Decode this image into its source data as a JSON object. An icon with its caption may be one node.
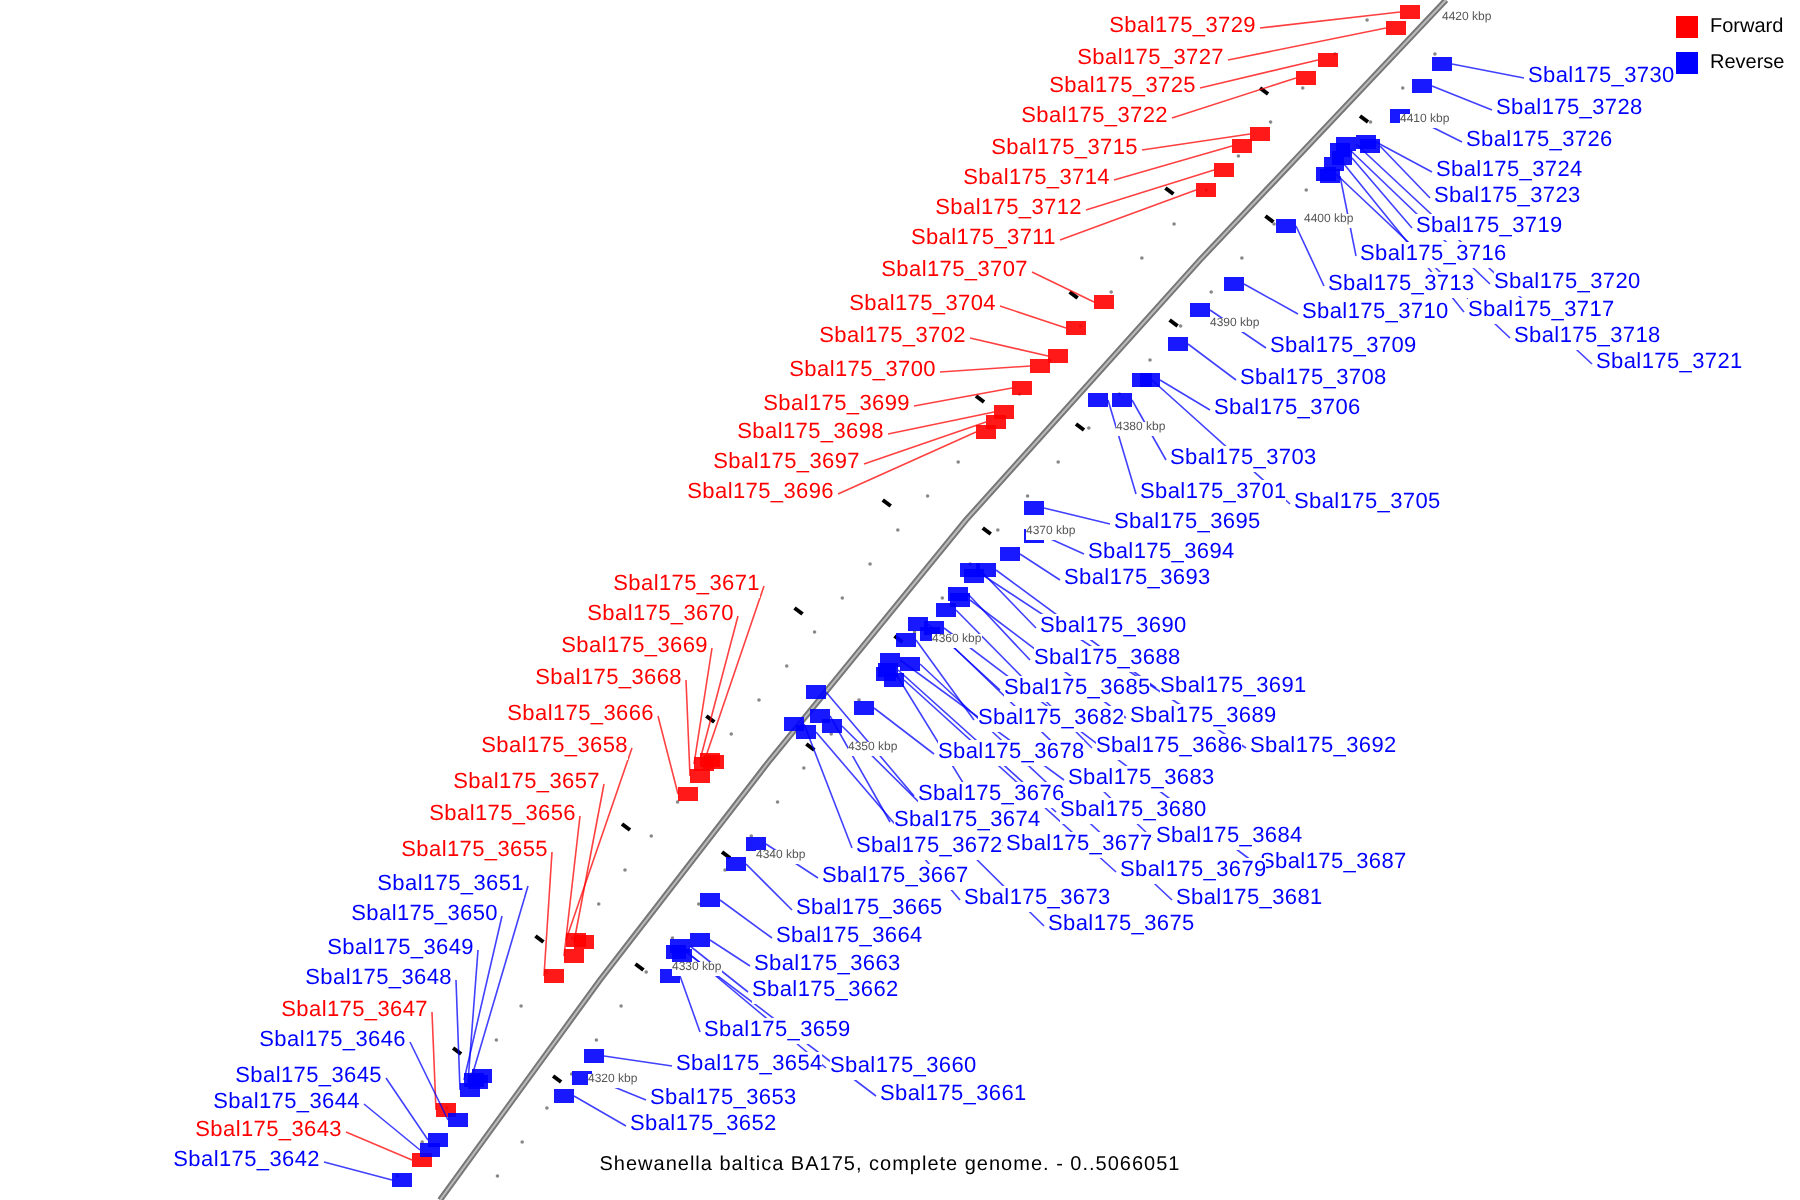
{
  "diagram": {
    "caption": "Shewanella baltica BA175, complete genome. - 0..5066051",
    "nodes": [
      {
        "text": [
          "Sbal175_3729"
        ]
      },
      {
        "text": [
          "Sbal175_3727"
        ]
      },
      {
        "text": [
          "Sbal175_3725"
        ]
      },
      {
        "text": [
          "Sbal175_3722"
        ]
      },
      {
        "text": [
          "Sbal175_3715"
        ]
      },
      {
        "text": [
          "Sbal175_3714"
        ]
      },
      {
        "text": [
          "Sbal175_3712"
        ]
      },
      {
        "text": [
          "Sbal175_3711"
        ]
      },
      {
        "text": [
          "Sbal175_3707"
        ]
      },
      {
        "text": [
          "Sbal175_3704"
        ]
      },
      {
        "text": [
          "Sbal175_3702"
        ]
      },
      {
        "text": [
          "Sbal175_3700"
        ]
      },
      {
        "text": [
          "Sbal175_3699"
        ]
      },
      {
        "text": [
          "Sbal175_3698"
        ]
      },
      {
        "text": [
          "Sbal175_3697"
        ]
      },
      {
        "text": [
          "Sbal175_3696"
        ]
      },
      {
        "text": [
          "Sbal175_3671"
        ]
      },
      {
        "text": [
          "Sbal175_3670"
        ]
      },
      {
        "text": [
          "Sbal175_3669"
        ]
      },
      {
        "text": [
          "Sbal175_3668"
        ]
      },
      {
        "text": [
          "Sbal175_3666"
        ]
      },
      {
        "text": [
          "Sbal175_3658"
        ]
      },
      {
        "text": [
          "Sbal175_3657"
        ]
      },
      {
        "text": [
          "Sbal175_3656"
        ]
      },
      {
        "text": [
          "Sbal175_3655"
        ]
      },
      {
        "text": [
          "Sbal175_3647"
        ]
      },
      {
        "text": [
          "Sbal175_3643"
        ]
      },
      {
        "text": [
          "Sbal175_3651"
        ]
      },
      {
        "text": [
          "Sbal175_3650"
        ]
      },
      {
        "text": [
          "Sbal175_3649"
        ]
      },
      {
        "text": [
          "Sbal175_3648"
        ]
      },
      {
        "text": [
          "Sbal175_3646"
        ]
      },
      {
        "text": [
          "Sbal175_3645"
        ]
      },
      {
        "text": [
          "Sbal175_3644"
        ]
      },
      {
        "text": [
          "Sbal175_3642"
        ]
      },
      {
        "text": [
          "Sbal175_3730"
        ]
      },
      {
        "text": [
          "Sbal175_3728"
        ]
      },
      {
        "text": [
          "Sbal175_3726"
        ]
      },
      {
        "text": [
          "Sbal175_3724"
        ]
      },
      {
        "text": [
          "Sbal175_3723"
        ]
      },
      {
        "text": [
          "Sbal175_3719"
        ]
      },
      {
        "text": [
          "Sbal175_3716"
        ]
      },
      {
        "text": [
          "Sbal175_3713"
        ]
      },
      {
        "text": [
          "Sbal175_3720"
        ]
      },
      {
        "text": [
          "Sbal175_3717"
        ]
      },
      {
        "text": [
          "Sbal175_3718"
        ]
      },
      {
        "text": [
          "Sbal175_3721"
        ]
      },
      {
        "text": [
          "Sbal175_3710"
        ]
      },
      {
        "text": [
          "Sbal175_3709"
        ]
      },
      {
        "text": [
          "Sbal175_3708"
        ]
      },
      {
        "text": [
          "Sbal175_3706"
        ]
      },
      {
        "text": [
          "Sbal175_3703"
        ]
      },
      {
        "text": [
          "Sbal175_3701"
        ]
      },
      {
        "text": [
          "Sbal175_3705"
        ]
      },
      {
        "text": [
          "Sbal175_3695"
        ]
      },
      {
        "text": [
          "Sbal175_3694"
        ]
      },
      {
        "text": [
          "Sbal175_3693"
        ]
      },
      {
        "text": [
          "Sbal175_3690"
        ]
      },
      {
        "text": [
          "Sbal175_3688"
        ]
      },
      {
        "text": [
          "Sbal175_3691"
        ]
      },
      {
        "text": [
          "Sbal175_3685"
        ]
      },
      {
        "text": [
          "Sbal175_3689"
        ]
      },
      {
        "text": [
          "Sbal175_3682"
        ]
      },
      {
        "text": [
          "Sbal175_3686"
        ]
      },
      {
        "text": [
          "Sbal175_3692"
        ]
      },
      {
        "text": [
          "Sbal175_3678"
        ]
      },
      {
        "text": [
          "Sbal175_3683"
        ]
      },
      {
        "text": [
          "Sbal175_3676"
        ]
      },
      {
        "text": [
          "Sbal175_3680"
        ]
      },
      {
        "text": [
          "Sbal175_3674"
        ]
      },
      {
        "text": [
          "Sbal175_3684"
        ]
      },
      {
        "text": [
          "Sbal175_3677"
        ]
      },
      {
        "text": [
          "Sbal175_3672"
        ]
      },
      {
        "text": [
          "Sbal175_3687"
        ]
      },
      {
        "text": [
          "Sbal175_3679"
        ]
      },
      {
        "text": [
          "Sbal175_3667"
        ]
      },
      {
        "text": [
          "Sbal175_3673"
        ]
      },
      {
        "text": [
          "Sbal175_3681"
        ]
      },
      {
        "text": [
          "Sbal175_3665"
        ]
      },
      {
        "text": [
          "Sbal175_3675"
        ]
      },
      {
        "text": [
          "Sbal175_3664"
        ]
      },
      {
        "text": [
          "Sbal175_3663"
        ]
      },
      {
        "text": [
          "Sbal175_3662"
        ]
      },
      {
        "text": [
          "Sbal175_3659"
        ]
      },
      {
        "text": [
          "Sbal175_3654"
        ]
      },
      {
        "text": [
          "Sbal175_3660"
        ]
      },
      {
        "text": [
          "Sbal175_3661"
        ]
      },
      {
        "text": [
          "Sbal175_3653"
        ]
      },
      {
        "text": [
          "Sbal175_3652"
        ]
      },
      {
        "text": [],
        "shape": "box"
      },
      {
        "text": [],
        "shape": "box"
      },
      {
        "text": [],
        "shape": "box"
      },
      {
        "text": [],
        "shape": "box"
      },
      {
        "text": [],
        "shape": "box"
      },
      {
        "text": [],
        "shape": "box"
      },
      {
        "text": [],
        "shape": "box"
      },
      {
        "text": [],
        "shape": "box"
      },
      {
        "text": [],
        "shape": "box"
      },
      {
        "text": [],
        "shape": "box"
      },
      {
        "text": [],
        "shape": "box"
      },
      {
        "text": [],
        "shape": "box"
      },
      {
        "text": [],
        "shape": "box"
      },
      {
        "text": [],
        "shape": "box"
      },
      {
        "text": [],
        "shape": "box"
      },
      {
        "text": [],
        "shape": "box"
      },
      {
        "text": [],
        "shape": "box"
      },
      {
        "text": [],
        "shape": "box"
      },
      {
        "text": [],
        "shape": "box"
      },
      {
        "text": [],
        "shape": "box"
      },
      {
        "text": [],
        "shape": "box"
      },
      {
        "text": [],
        "shape": "box"
      },
      {
        "text": [],
        "shape": "box"
      },
      {
        "text": [],
        "shape": "box"
      },
      {
        "text": [],
        "shape": "box"
      },
      {
        "text": [],
        "shape": "box"
      },
      {
        "text": [],
        "shape": "box"
      },
      {
        "text": [],
        "shape": "box"
      },
      {
        "text": [],
        "shape": "box"
      },
      {
        "text": [],
        "shape": "box"
      },
      {
        "text": [],
        "shape": "box"
      },
      {
        "text": [],
        "shape": "box"
      },
      {
        "text": [],
        "shape": "box"
      },
      {
        "text": [],
        "shape": "box"
      },
      {
        "text": [],
        "shape": "box"
      },
      {
        "text": [],
        "shape": "box"
      },
      {
        "text": [],
        "shape": "box"
      },
      {
        "text": [],
        "shape": "box"
      },
      {
        "text": [],
        "shape": "box"
      },
      {
        "text": [],
        "shape": "box"
      },
      {
        "text": [],
        "shape": "box"
      },
      {
        "text": [],
        "shape": "box"
      },
      {
        "text": [],
        "shape": "box"
      },
      {
        "text": [],
        "shape": "box"
      },
      {
        "text": [],
        "shape": "box"
      },
      {
        "text": [],
        "shape": "box"
      },
      {
        "text": [],
        "shape": "box"
      },
      {
        "text": [],
        "shape": "box"
      },
      {
        "text": [],
        "shape": "box"
      },
      {
        "text": [],
        "shape": "box"
      },
      {
        "text": [],
        "shape": "box"
      },
      {
        "text": [],
        "shape": "box"
      },
      {
        "text": [],
        "shape": "box"
      },
      {
        "text": [],
        "shape": "box"
      },
      {
        "text": [],
        "shape": "box"
      },
      {
        "text": [],
        "shape": "box"
      },
      {
        "text": [],
        "shape": "box"
      },
      {
        "text": [],
        "shape": "box"
      },
      {
        "text": [],
        "shape": "box"
      },
      {
        "text": [],
        "shape": "box"
      },
      {
        "text": [],
        "shape": "box"
      },
      {
        "text": [],
        "shape": "box"
      },
      {
        "text": [],
        "shape": "box"
      },
      {
        "text": [],
        "shape": "box"
      },
      {
        "text": [],
        "shape": "box"
      },
      {
        "text": [],
        "shape": "box"
      },
      {
        "text": [],
        "shape": "box"
      },
      {
        "text": [],
        "shape": "box"
      },
      {
        "text": [],
        "shape": "box"
      },
      {
        "text": [],
        "shape": "box"
      },
      {
        "text": [],
        "shape": "box"
      },
      {
        "text": [],
        "shape": "box"
      },
      {
        "text": [],
        "shape": "box"
      },
      {
        "text": [],
        "shape": "box"
      },
      {
        "text": [],
        "shape": "box"
      },
      {
        "text": [],
        "shape": "box"
      },
      {
        "text": [],
        "shape": "box"
      },
      {
        "text": [],
        "shape": "box"
      },
      {
        "text": [],
        "shape": "box"
      },
      {
        "text": [],
        "shape": "box"
      },
      {
        "text": [],
        "shape": "box"
      },
      {
        "text": [],
        "shape": "box"
      },
      {
        "text": [],
        "shape": "box"
      },
      {
        "text": [],
        "shape": "box"
      },
      {
        "text": [],
        "shape": "box"
      },
      {
        "text": [],
        "shape": "box"
      },
      {
        "text": [],
        "shape": "box"
      },
      {
        "text": [],
        "shape": "box"
      },
      {
        "text": [],
        "shape": "box"
      }
    ],
    "edges": [
      {
        "from": 0,
        "to": 89,
        "arrow": "none",
        "color": "#ff0000"
      },
      {
        "from": 1,
        "to": 90,
        "arrow": "none",
        "color": "#ff0000"
      },
      {
        "from": 2,
        "to": 91,
        "arrow": "none",
        "color": "#ff0000"
      },
      {
        "from": 3,
        "to": 92,
        "arrow": "none",
        "color": "#ff0000"
      },
      {
        "from": 4,
        "to": 93,
        "arrow": "none",
        "color": "#ff0000"
      },
      {
        "from": 5,
        "to": 94,
        "arrow": "none",
        "color": "#ff0000"
      },
      {
        "from": 6,
        "to": 95,
        "arrow": "none",
        "color": "#ff0000"
      },
      {
        "from": 7,
        "to": 96,
        "arrow": "none",
        "color": "#ff0000"
      },
      {
        "from": 8,
        "to": 97,
        "arrow": "none",
        "color": "#ff0000"
      },
      {
        "from": 9,
        "to": 98,
        "arrow": "none",
        "color": "#ff0000"
      },
      {
        "from": 10,
        "to": 99,
        "arrow": "none",
        "color": "#ff0000"
      },
      {
        "from": 11,
        "to": 100,
        "arrow": "none",
        "color": "#ff0000"
      },
      {
        "from": 12,
        "to": 101,
        "arrow": "none",
        "color": "#ff0000"
      },
      {
        "from": 13,
        "to": 102,
        "arrow": "none",
        "color": "#ff0000"
      },
      {
        "from": 14,
        "to": 103,
        "arrow": "none",
        "color": "#ff0000"
      },
      {
        "from": 15,
        "to": 104,
        "arrow": "none",
        "color": "#ff0000"
      },
      {
        "from": 16,
        "to": 105,
        "arrow": "none",
        "color": "#ff0000"
      },
      {
        "from": 17,
        "to": 106,
        "arrow": "none",
        "color": "#ff0000"
      },
      {
        "from": 18,
        "to": 107,
        "arrow": "none",
        "color": "#ff0000"
      },
      {
        "from": 19,
        "to": 108,
        "arrow": "none",
        "color": "#ff0000"
      },
      {
        "from": 20,
        "to": 109,
        "arrow": "none",
        "color": "#ff0000"
      },
      {
        "from": 21,
        "to": 110,
        "arrow": "none",
        "color": "#ff0000"
      },
      {
        "from": 22,
        "to": 111,
        "arrow": "none",
        "color": "#ff0000"
      },
      {
        "from": 23,
        "to": 112,
        "arrow": "none",
        "color": "#ff0000"
      },
      {
        "from": 24,
        "to": 113,
        "arrow": "none",
        "color": "#ff0000"
      },
      {
        "from": 25,
        "to": 114,
        "arrow": "none",
        "color": "#ff0000"
      },
      {
        "from": 26,
        "to": 115,
        "arrow": "none",
        "color": "#ff0000"
      },
      {
        "from": 27,
        "to": 116,
        "arrow": "none"
      },
      {
        "from": 28,
        "to": 117,
        "arrow": "none"
      },
      {
        "from": 29,
        "to": 118,
        "arrow": "none"
      },
      {
        "from": 30,
        "to": 119,
        "arrow": "none"
      },
      {
        "from": 31,
        "to": 120,
        "arrow": "none"
      },
      {
        "from": 32,
        "to": 121,
        "arrow": "none"
      },
      {
        "from": 33,
        "to": 122,
        "arrow": "none"
      },
      {
        "from": 34,
        "to": 123,
        "arrow": "none"
      },
      {
        "from": 35,
        "to": 124,
        "arrow": "none"
      },
      {
        "from": 36,
        "to": 125,
        "arrow": "none"
      },
      {
        "from": 37,
        "to": 126,
        "arrow": "none"
      },
      {
        "from": 38,
        "to": 127,
        "arrow": "none"
      },
      {
        "from": 39,
        "to": 128,
        "arrow": "none"
      },
      {
        "from": 40,
        "to": 129,
        "arrow": "none"
      },
      {
        "from": 41,
        "to": 130,
        "arrow": "none"
      },
      {
        "from": 42,
        "to": 131,
        "arrow": "none"
      },
      {
        "from": 43,
        "to": 132,
        "arrow": "none"
      },
      {
        "from": 44,
        "to": 133,
        "arrow": "none"
      },
      {
        "from": 45,
        "to": 134,
        "arrow": "none"
      },
      {
        "from": 46,
        "to": 135,
        "arrow": "none"
      },
      {
        "from": 47,
        "to": 136,
        "arrow": "none"
      },
      {
        "from": 48,
        "to": 137,
        "arrow": "none"
      },
      {
        "from": 49,
        "to": 138,
        "arrow": "none"
      },
      {
        "from": 50,
        "to": 139,
        "arrow": "none"
      },
      {
        "from": 51,
        "to": 140,
        "arrow": "none"
      },
      {
        "from": 52,
        "to": 141,
        "arrow": "none"
      },
      {
        "from": 53,
        "to": 142,
        "arrow": "none"
      },
      {
        "from": 54,
        "to": 143,
        "arrow": "none"
      },
      {
        "from": 55,
        "to": 144,
        "arrow": "none"
      },
      {
        "from": 56,
        "to": 145,
        "arrow": "none"
      },
      {
        "from": 57,
        "to": 146,
        "arrow": "none"
      },
      {
        "from": 58,
        "to": 147,
        "arrow": "none"
      },
      {
        "from": 59,
        "to": 148,
        "arrow": "none"
      },
      {
        "from": 60,
        "to": 149,
        "arrow": "none"
      },
      {
        "from": 61,
        "to": 150,
        "arrow": "none"
      },
      {
        "from": 62,
        "to": 151,
        "arrow": "none"
      },
      {
        "from": 63,
        "to": 152,
        "arrow": "none"
      },
      {
        "from": 64,
        "to": 153,
        "arrow": "none"
      },
      {
        "from": 65,
        "to": 154,
        "arrow": "none"
      },
      {
        "from": 66,
        "to": 155,
        "arrow": "none"
      },
      {
        "from": 67,
        "to": 156,
        "arrow": "none"
      },
      {
        "from": 68,
        "to": 157,
        "arrow": "none"
      },
      {
        "from": 69,
        "to": 158,
        "arrow": "none"
      },
      {
        "from": 70,
        "to": 159,
        "arrow": "none"
      },
      {
        "from": 71,
        "to": 160,
        "arrow": "none"
      },
      {
        "from": 72,
        "to": 161,
        "arrow": "none"
      },
      {
        "from": 73,
        "to": 162,
        "arrow": "none"
      },
      {
        "from": 74,
        "to": 163,
        "arrow": "none"
      },
      {
        "from": 75,
        "to": 164,
        "arrow": "none"
      },
      {
        "from": 76,
        "to": 165,
        "arrow": "none"
      },
      {
        "from": 77,
        "to": 166,
        "arrow": "none"
      },
      {
        "from": 78,
        "to": 167,
        "arrow": "none"
      },
      {
        "from": 79,
        "to": 168,
        "arrow": "none"
      },
      {
        "from": 80,
        "to": 169,
        "arrow": "none"
      },
      {
        "from": 81,
        "to": 170,
        "arrow": "none"
      },
      {
        "from": 82,
        "to": 171,
        "arrow": "none"
      },
      {
        "from": 83,
        "to": 172,
        "arrow": "none"
      },
      {
        "from": 84,
        "to": 173,
        "arrow": "none"
      },
      {
        "from": 85,
        "to": 174,
        "arrow": "none"
      },
      {
        "from": 86,
        "to": 175,
        "arrow": "none"
      },
      {
        "from": 87,
        "to": 176,
        "arrow": "none"
      },
      {
        "from": 88,
        "to": 177,
        "arrow": "none"
      }
    ],
    "labels": [
      "4420 kbp",
      "4410 kbp",
      "4400 kbp",
      "4390 kbp",
      "4380 kbp",
      "4370 kbp",
      "4360 kbp",
      "4350 kbp",
      "4340 kbp",
      "4330 kbp",
      "4320 kbp"
    ],
    "legend": [
      {
        "text": "Forward",
        "color": "#ff0000"
      },
      {
        "text": "Reverse",
        "color": "#0000ff"
      }
    ]
  }
}
